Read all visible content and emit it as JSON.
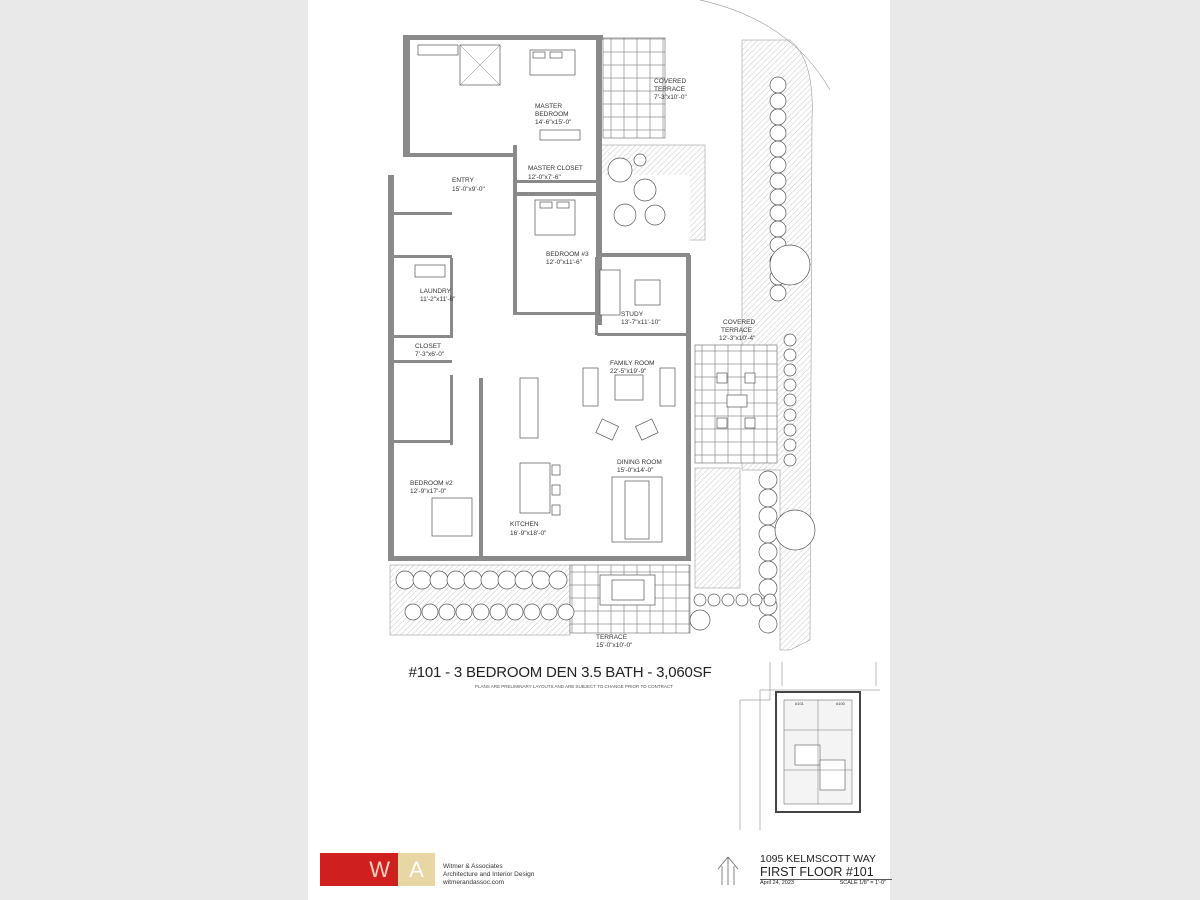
{
  "plan": {
    "rooms": [
      {
        "name": "MASTER",
        "name2": "BEDROOM",
        "dims": "14'-6\"x15'-0\""
      },
      {
        "name": "MASTER CLOSET",
        "dims": "12'-0\"x7'-6\""
      },
      {
        "name": "ENTRY",
        "dims": "15'-0\"x9'-0\""
      },
      {
        "name": "BEDROOM #3",
        "dims": "12'-0\"x11'-6\""
      },
      {
        "name": "LAUNDRY",
        "dims": "11'-2\"x11'-6\""
      },
      {
        "name": "STUDY",
        "dims": "13'-7\"x11'-10\""
      },
      {
        "name": "CLOSET",
        "dims": "7'-3\"x6'-0\""
      },
      {
        "name": "FAMILY ROOM",
        "dims": "22'-5\"x19'-9\""
      },
      {
        "name": "DINING ROOM",
        "dims": "15'-0\"x14'-0\""
      },
      {
        "name": "BEDROOM #2",
        "dims": "12'-9\"x17'-0\""
      },
      {
        "name": "KITCHEN",
        "dims": "16'-9\"x18'-0\""
      }
    ],
    "terraces": [
      {
        "name": "COVERED",
        "name2": "TERRACE",
        "dims": "7'-3\"x10'-0\""
      },
      {
        "name": "COVERED",
        "name2": "TERRACE",
        "dims": "12'-3\"x10'-4\""
      },
      {
        "name": "TERRACE",
        "dims": "15'-0\"x10'-0\""
      }
    ]
  },
  "title": "#101 - 3 BEDROOM DEN 3.5 BATH - 3,060SF",
  "subtitle": "PLANS ARE PRELIMINARY LAYOUTS AND ARE SUBJECT TO CHANGE PRIOR TO CONTRACT",
  "site_plan": {
    "unit_a": "#101",
    "unit_b": "#100"
  },
  "logo": {
    "letter1": "W",
    "letter2": "A",
    "color_red": "#cf1f1f",
    "color_tan": "#e8d6a4"
  },
  "firm": {
    "name": "Witmer & Associates",
    "tagline": "Architecture and Interior Design",
    "website": "witmerandassoc.com"
  },
  "address": {
    "street": "1095 KELMSCOTT WAY",
    "floor": "FIRST FLOOR #101",
    "date": "April 24, 2023",
    "scale": "SCALE 1/8\" = 1'-0\""
  }
}
